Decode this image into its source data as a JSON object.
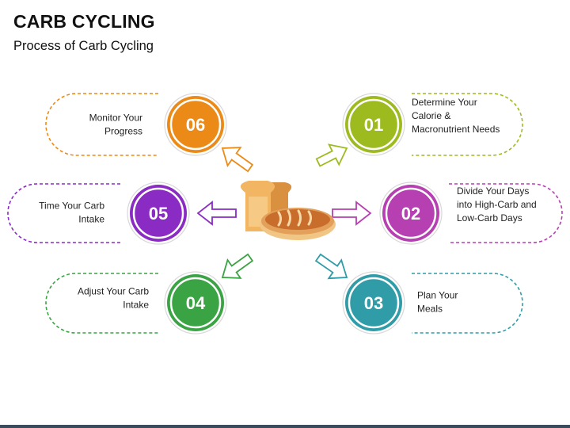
{
  "title": "CARB CYCLING",
  "subtitle": "Process of Carb Cycling",
  "steps": [
    {
      "number": "01",
      "color": "#9dbb1e",
      "lines": [
        "Determine Your",
        "Calorie &",
        "Macronutrient Needs"
      ]
    },
    {
      "number": "02",
      "color": "#b63fb1",
      "lines": [
        "Divide Your Days",
        "into High-Carb and",
        "Low-Carb Days"
      ]
    },
    {
      "number": "03",
      "color": "#2f9ca8",
      "lines": [
        "Plan Your",
        "Meals"
      ]
    },
    {
      "number": "04",
      "color": "#3aa343",
      "lines": [
        "Adjust Your Carb",
        "Intake"
      ]
    },
    {
      "number": "05",
      "color": "#8a2bc4",
      "lines": [
        "Time Your Carb",
        "Intake"
      ]
    },
    {
      "number": "06",
      "color": "#ec8a17",
      "lines": [
        "Monitor Your",
        "Progress"
      ]
    }
  ],
  "center_icon": "bread-icon"
}
